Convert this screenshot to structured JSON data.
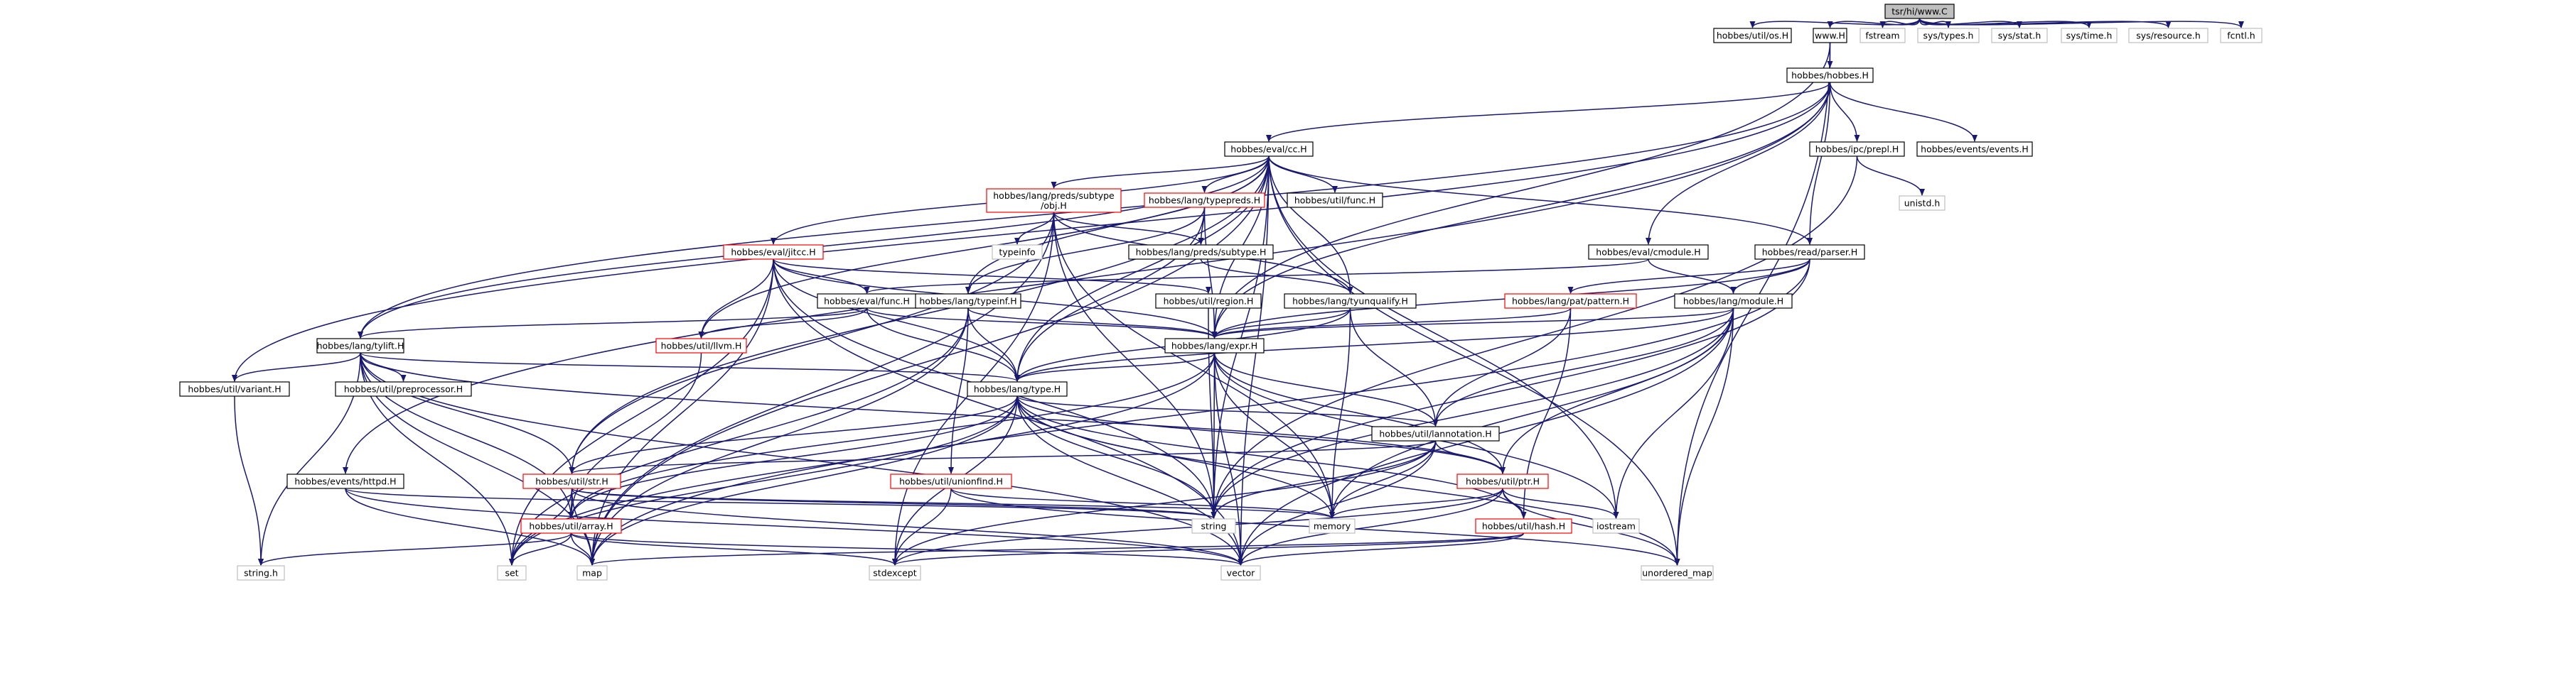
{
  "graph": {
    "title": "",
    "colors": {
      "edge": "#191970",
      "root_fill": "#bfbfbf",
      "documented_border": "#000000",
      "incomplete_border": "#ff0000",
      "external_border": "#bfbfbf",
      "label": "#000000"
    },
    "nodes": [
      {
        "id": "root",
        "label": "tsr/hi/www.C",
        "kind": "root"
      },
      {
        "id": "os",
        "label": "hobbes/util/os.H",
        "kind": "documented"
      },
      {
        "id": "wwwH",
        "label": "www.H",
        "kind": "documented"
      },
      {
        "id": "fstream",
        "label": "fstream",
        "kind": "external"
      },
      {
        "id": "systypes",
        "label": "sys/types.h",
        "kind": "external"
      },
      {
        "id": "sysstat",
        "label": "sys/stat.h",
        "kind": "external"
      },
      {
        "id": "systime",
        "label": "sys/time.h",
        "kind": "external"
      },
      {
        "id": "sysresource",
        "label": "sys/resource.h",
        "kind": "external"
      },
      {
        "id": "fcntl",
        "label": "fcntl.h",
        "kind": "external"
      },
      {
        "id": "hobbesH",
        "label": "hobbes/hobbes.H",
        "kind": "documented"
      },
      {
        "id": "cc",
        "label": "hobbes/eval/cc.H",
        "kind": "documented"
      },
      {
        "id": "prepl",
        "label": "hobbes/ipc/prepl.H",
        "kind": "documented"
      },
      {
        "id": "events",
        "label": "hobbes/events/events.H",
        "kind": "documented"
      },
      {
        "id": "unistd",
        "label": "unistd.h",
        "kind": "external"
      },
      {
        "id": "subtypeObj",
        "label": "hobbes/lang/preds/subtype\n/obj.H",
        "kind": "incomplete"
      },
      {
        "id": "typepreds",
        "label": "hobbes/lang/typepreds.H",
        "kind": "incomplete"
      },
      {
        "id": "func",
        "label": "hobbes/util/func.H",
        "kind": "documented"
      },
      {
        "id": "jitcc",
        "label": "hobbes/eval/jitcc.H",
        "kind": "incomplete"
      },
      {
        "id": "typeinfo",
        "label": "typeinfo",
        "kind": "external"
      },
      {
        "id": "subtypeH",
        "label": "hobbes/lang/preds/subtype.H",
        "kind": "documented"
      },
      {
        "id": "cmodule",
        "label": "hobbes/eval/cmodule.H",
        "kind": "documented"
      },
      {
        "id": "parser",
        "label": "hobbes/read/parser.H",
        "kind": "documented"
      },
      {
        "id": "funcH",
        "label": "hobbes/eval/func.H",
        "kind": "documented"
      },
      {
        "id": "typeinf",
        "label": "hobbes/lang/typeinf.H",
        "kind": "documented"
      },
      {
        "id": "region",
        "label": "hobbes/util/region.H",
        "kind": "documented"
      },
      {
        "id": "tyunqualify",
        "label": "hobbes/lang/tyunqualify.H",
        "kind": "documented"
      },
      {
        "id": "pattern",
        "label": "hobbes/lang/pat/pattern.H",
        "kind": "incomplete"
      },
      {
        "id": "module",
        "label": "hobbes/lang/module.H",
        "kind": "documented"
      },
      {
        "id": "tylift",
        "label": "hobbes/lang/tylift.H",
        "kind": "documented"
      },
      {
        "id": "llvm",
        "label": "hobbes/util/llvm.H",
        "kind": "incomplete"
      },
      {
        "id": "expr",
        "label": "hobbes/lang/expr.H",
        "kind": "documented"
      },
      {
        "id": "variant",
        "label": "hobbes/util/variant.H",
        "kind": "documented"
      },
      {
        "id": "preprocessor",
        "label": "hobbes/util/preprocessor.H",
        "kind": "documented"
      },
      {
        "id": "type",
        "label": "hobbes/lang/type.H",
        "kind": "documented"
      },
      {
        "id": "lannotation",
        "label": "hobbes/util/lannotation.H",
        "kind": "documented"
      },
      {
        "id": "httpd",
        "label": "hobbes/events/httpd.H",
        "kind": "documented"
      },
      {
        "id": "str",
        "label": "hobbes/util/str.H",
        "kind": "incomplete"
      },
      {
        "id": "unionfind",
        "label": "hobbes/util/unionfind.H",
        "kind": "incomplete"
      },
      {
        "id": "ptr",
        "label": "hobbes/util/ptr.H",
        "kind": "incomplete"
      },
      {
        "id": "array",
        "label": "hobbes/util/array.H",
        "kind": "incomplete"
      },
      {
        "id": "string",
        "label": "string",
        "kind": "external"
      },
      {
        "id": "memory",
        "label": "memory",
        "kind": "external"
      },
      {
        "id": "hash",
        "label": "hobbes/util/hash.H",
        "kind": "incomplete"
      },
      {
        "id": "iostream",
        "label": "iostream",
        "kind": "external"
      },
      {
        "id": "stringh",
        "label": "string.h",
        "kind": "external"
      },
      {
        "id": "set",
        "label": "set",
        "kind": "external"
      },
      {
        "id": "map",
        "label": "map",
        "kind": "external"
      },
      {
        "id": "stdexcept",
        "label": "stdexcept",
        "kind": "external"
      },
      {
        "id": "vector",
        "label": "vector",
        "kind": "external"
      },
      {
        "id": "unordered_map",
        "label": "unordered_map",
        "kind": "external"
      }
    ],
    "edges": [
      [
        "root",
        "os"
      ],
      [
        "root",
        "wwwH"
      ],
      [
        "root",
        "fstream"
      ],
      [
        "root",
        "systypes"
      ],
      [
        "root",
        "sysstat"
      ],
      [
        "root",
        "systime"
      ],
      [
        "root",
        "sysresource"
      ],
      [
        "root",
        "fcntl"
      ],
      [
        "wwwH",
        "hobbesH"
      ],
      [
        "wwwH",
        "expr"
      ],
      [
        "wwwH",
        "unordered_map"
      ],
      [
        "hobbesH",
        "cc"
      ],
      [
        "hobbesH",
        "prepl"
      ],
      [
        "hobbesH",
        "events"
      ],
      [
        "hobbesH",
        "cmodule"
      ],
      [
        "hobbesH",
        "parser"
      ],
      [
        "hobbesH",
        "tylift"
      ],
      [
        "hobbesH",
        "variant"
      ],
      [
        "hobbesH",
        "httpd"
      ],
      [
        "hobbesH",
        "expr"
      ],
      [
        "prepl",
        "unistd"
      ],
      [
        "prepl",
        "string"
      ],
      [
        "cc",
        "subtypeObj"
      ],
      [
        "cc",
        "typepreds"
      ],
      [
        "cc",
        "func"
      ],
      [
        "cc",
        "jitcc"
      ],
      [
        "cc",
        "parser"
      ],
      [
        "cc",
        "typeinf"
      ],
      [
        "cc",
        "tyunqualify"
      ],
      [
        "cc",
        "tylift"
      ],
      [
        "cc",
        "llvm"
      ],
      [
        "cc",
        "expr"
      ],
      [
        "cc",
        "type"
      ],
      [
        "cc",
        "str"
      ],
      [
        "cc",
        "map"
      ],
      [
        "cc",
        "iostream"
      ],
      [
        "cc",
        "vector"
      ],
      [
        "cc",
        "unordered_map"
      ],
      [
        "cc",
        "string"
      ],
      [
        "subtypeObj",
        "typeinfo"
      ],
      [
        "subtypeObj",
        "subtypeH"
      ],
      [
        "subtypeObj",
        "tyunqualify"
      ],
      [
        "subtypeObj",
        "str"
      ],
      [
        "subtypeObj",
        "string"
      ],
      [
        "subtypeObj",
        "memory"
      ],
      [
        "subtypeObj",
        "stdexcept"
      ],
      [
        "subtypeObj",
        "map"
      ],
      [
        "typepreds",
        "subtypeH"
      ],
      [
        "typepreds",
        "typeinf"
      ],
      [
        "typepreds",
        "type"
      ],
      [
        "typepreds",
        "expr"
      ],
      [
        "subtypeH",
        "tyunqualify"
      ],
      [
        "jitcc",
        "funcH"
      ],
      [
        "jitcc",
        "region"
      ],
      [
        "jitcc",
        "llvm"
      ],
      [
        "jitcc",
        "type"
      ],
      [
        "jitcc",
        "expr"
      ],
      [
        "jitcc",
        "set"
      ],
      [
        "jitcc",
        "vector"
      ],
      [
        "jitcc",
        "string"
      ],
      [
        "jitcc",
        "map"
      ],
      [
        "cmodule",
        "module"
      ],
      [
        "cmodule",
        "funcH"
      ],
      [
        "parser",
        "module"
      ],
      [
        "parser",
        "pattern"
      ],
      [
        "parser",
        "expr"
      ],
      [
        "parser",
        "map"
      ],
      [
        "parser",
        "string"
      ],
      [
        "funcH",
        "tylift"
      ],
      [
        "funcH",
        "type"
      ],
      [
        "funcH",
        "llvm"
      ],
      [
        "funcH",
        "expr"
      ],
      [
        "typeinf",
        "expr"
      ],
      [
        "typeinf",
        "type"
      ],
      [
        "typeinf",
        "unionfind"
      ],
      [
        "typeinf",
        "map"
      ],
      [
        "typeinf",
        "set"
      ],
      [
        "region",
        "string"
      ],
      [
        "tyunqualify",
        "expr"
      ],
      [
        "tyunqualify",
        "type"
      ],
      [
        "tyunqualify",
        "lannotation"
      ],
      [
        "tyunqualify",
        "memory"
      ],
      [
        "pattern",
        "expr"
      ],
      [
        "pattern",
        "lannotation"
      ],
      [
        "pattern",
        "hash"
      ],
      [
        "module",
        "expr"
      ],
      [
        "module",
        "type"
      ],
      [
        "module",
        "lannotation"
      ],
      [
        "module",
        "ptr"
      ],
      [
        "module",
        "string"
      ],
      [
        "module",
        "iostream"
      ],
      [
        "module",
        "memory"
      ],
      [
        "module",
        "vector"
      ],
      [
        "module",
        "unordered_map"
      ],
      [
        "tylift",
        "type"
      ],
      [
        "tylift",
        "variant"
      ],
      [
        "tylift",
        "preprocessor"
      ],
      [
        "tylift",
        "str"
      ],
      [
        "tylift",
        "array"
      ],
      [
        "tylift",
        "ptr"
      ],
      [
        "tylift",
        "stringh"
      ],
      [
        "tylift",
        "map"
      ],
      [
        "tylift",
        "vector"
      ],
      [
        "tylift",
        "set"
      ],
      [
        "llvm",
        "array"
      ],
      [
        "expr",
        "type"
      ],
      [
        "expr",
        "lannotation"
      ],
      [
        "expr",
        "ptr"
      ],
      [
        "expr",
        "array"
      ],
      [
        "expr",
        "string"
      ],
      [
        "expr",
        "memory"
      ],
      [
        "expr",
        "iostream"
      ],
      [
        "expr",
        "vector"
      ],
      [
        "expr",
        "set"
      ],
      [
        "variant",
        "stringh"
      ],
      [
        "type",
        "lannotation"
      ],
      [
        "type",
        "str"
      ],
      [
        "type",
        "array"
      ],
      [
        "type",
        "ptr"
      ],
      [
        "type",
        "hash"
      ],
      [
        "type",
        "string"
      ],
      [
        "type",
        "memory"
      ],
      [
        "type",
        "map"
      ],
      [
        "type",
        "set"
      ],
      [
        "type",
        "vector"
      ],
      [
        "type",
        "stdexcept"
      ],
      [
        "type",
        "unordered_map"
      ],
      [
        "lannotation",
        "str"
      ],
      [
        "lannotation",
        "ptr"
      ],
      [
        "lannotation",
        "string"
      ],
      [
        "lannotation",
        "memory"
      ],
      [
        "lannotation",
        "vector"
      ],
      [
        "lannotation",
        "stdexcept"
      ],
      [
        "httpd",
        "string"
      ],
      [
        "httpd",
        "map"
      ],
      [
        "httpd",
        "vector"
      ],
      [
        "str",
        "array"
      ],
      [
        "str",
        "string"
      ],
      [
        "str",
        "memory"
      ],
      [
        "str",
        "map"
      ],
      [
        "str",
        "set"
      ],
      [
        "str",
        "vector"
      ],
      [
        "unionfind",
        "memory"
      ],
      [
        "unionfind",
        "stdexcept"
      ],
      [
        "unionfind",
        "unordered_map"
      ],
      [
        "ptr",
        "hash"
      ],
      [
        "ptr",
        "memory"
      ],
      [
        "ptr",
        "iostream"
      ],
      [
        "ptr",
        "vector"
      ],
      [
        "ptr",
        "unordered_map"
      ],
      [
        "ptr",
        "stdexcept"
      ],
      [
        "array",
        "stringh"
      ],
      [
        "array",
        "map"
      ],
      [
        "array",
        "set"
      ],
      [
        "array",
        "vector"
      ],
      [
        "array",
        "stdexcept"
      ],
      [
        "hash",
        "vector"
      ],
      [
        "hash",
        "stdexcept"
      ],
      [
        "hash",
        "map"
      ]
    ]
  }
}
